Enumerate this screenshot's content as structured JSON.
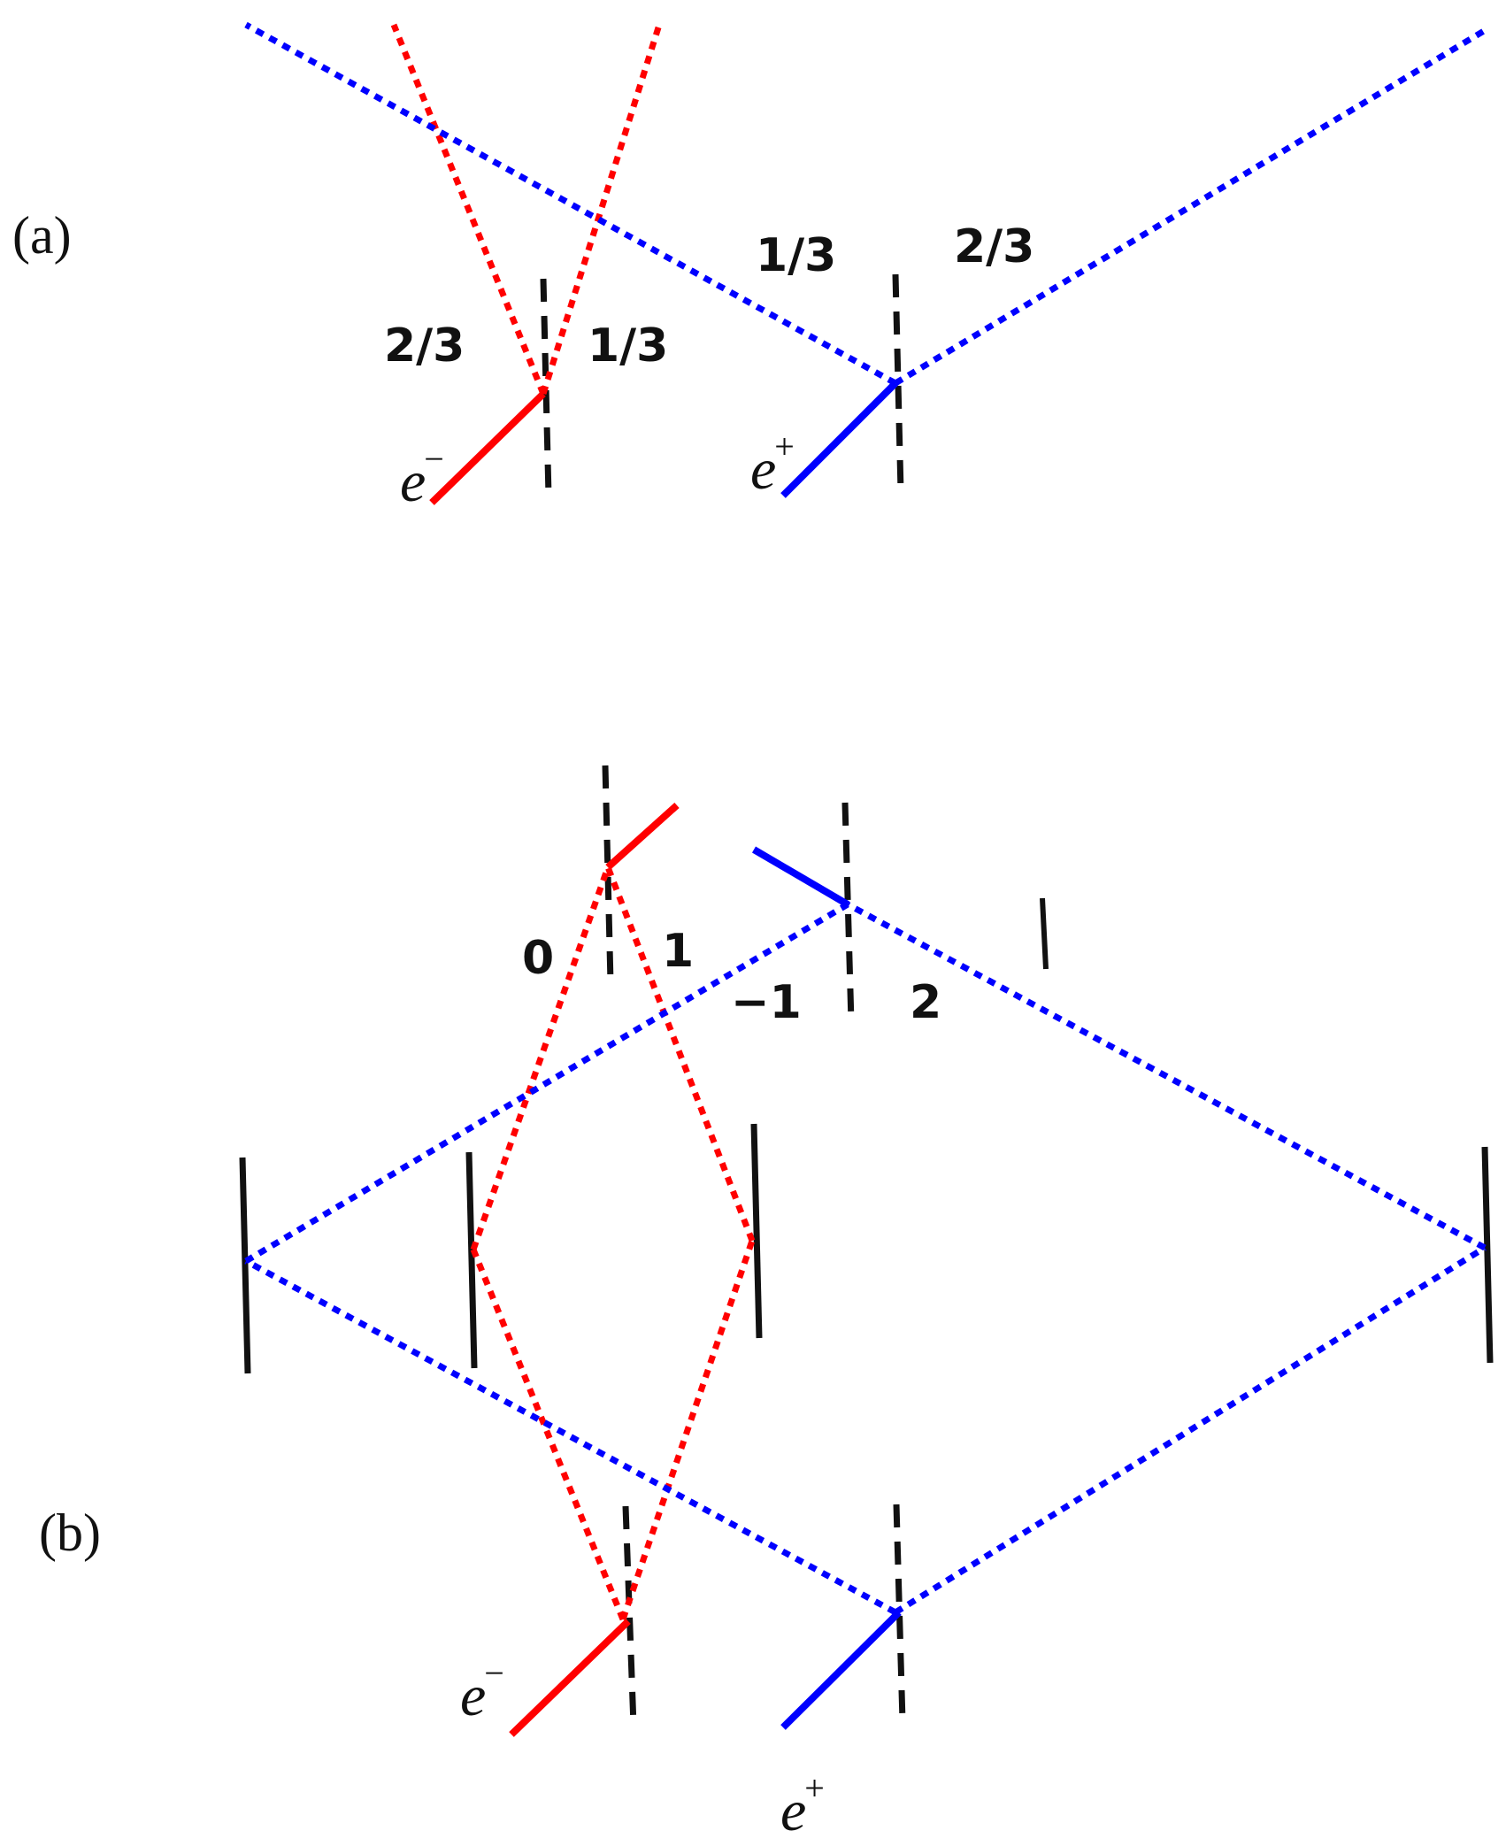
{
  "colors": {
    "electron": "#ff0000",
    "positron": "#0000ff",
    "splitter": "#111111"
  },
  "panel_a": {
    "label": "(a)",
    "electron": {
      "symbol": "e",
      "sign": "−"
    },
    "positron": {
      "symbol": "e",
      "sign": "+"
    },
    "electron_left_fraction": "2/3",
    "electron_right_fraction": "1/3",
    "positron_left_fraction": "1/3",
    "positron_right_fraction": "2/3"
  },
  "panel_b": {
    "label": "(b)",
    "electron": {
      "symbol": "e",
      "sign": "−"
    },
    "positron": {
      "symbol": "e",
      "sign": "+"
    },
    "port_0": "0",
    "port_1": "1",
    "port_minus1": "−1",
    "port_2": "2"
  }
}
